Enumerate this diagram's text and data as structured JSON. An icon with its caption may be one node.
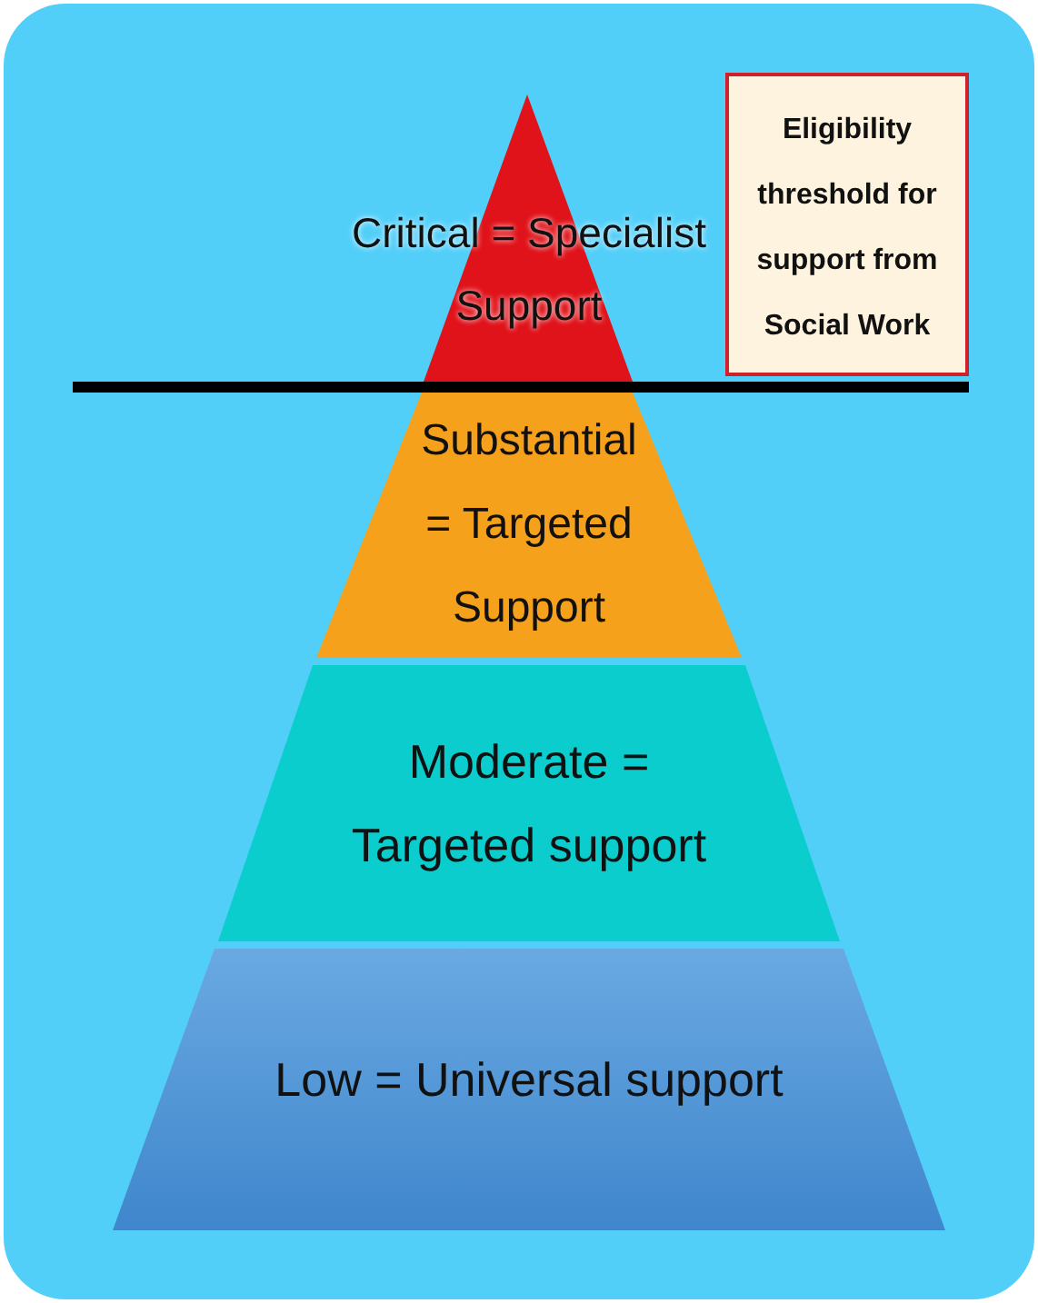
{
  "diagram": {
    "nodes": [
      {
        "text": [
          "Critical = Specialist Support"
        ]
      },
      {
        "text": [
          "Substantial = Targeted Support"
        ]
      },
      {
        "text": [
          "Moderate = Targeted support"
        ]
      },
      {
        "text": [
          "Low = Universal support"
        ]
      },
      {
        "text": [
          "Eligibility threshold for support from Social Work"
        ]
      }
    ]
  }
}
